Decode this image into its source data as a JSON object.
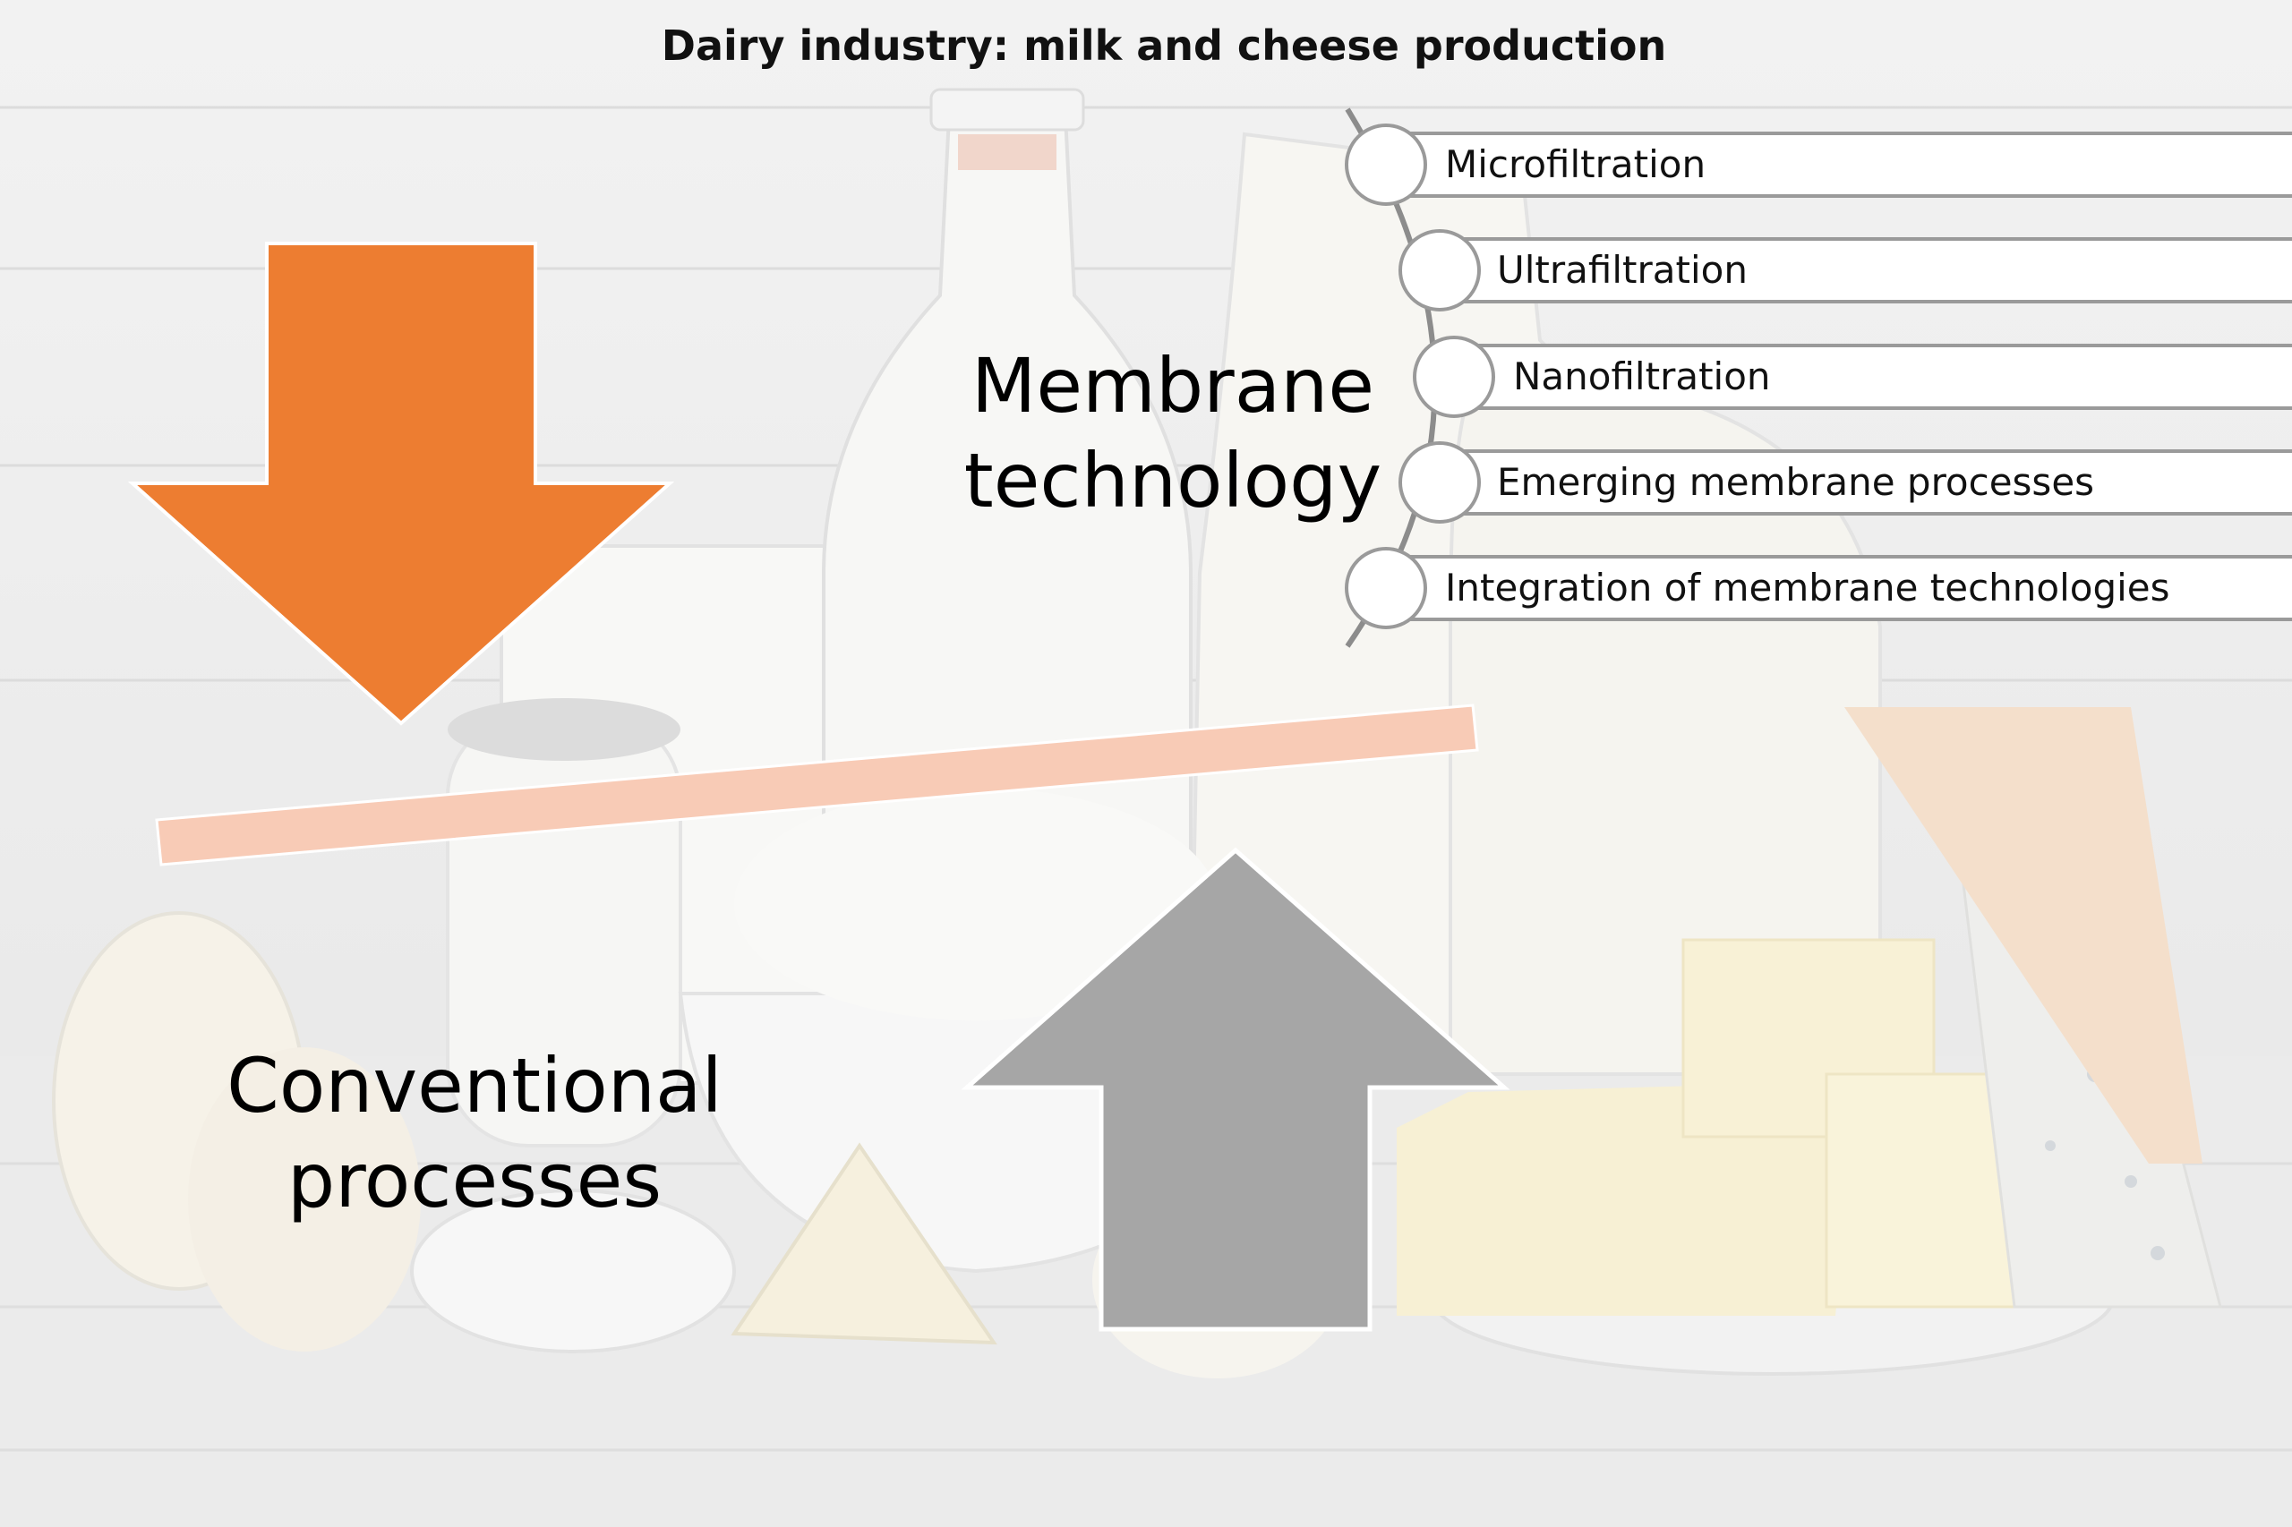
{
  "title": "Dairy industry: milk and cheese production",
  "membrane_label": [
    "Membrane",
    "technology"
  ],
  "conventional_label": [
    "Conventional",
    "processes"
  ],
  "membrane_processes": [
    "Microfiltration",
    "Ultrafiltration",
    "Nanofiltration",
    "Emerging membrane processes",
    "Integration of membrane technologies"
  ],
  "colors": {
    "orange_arrow": "#ED7D31",
    "gray_arrow": "#A6A6A6",
    "balance_beam": "#F8CBB6",
    "list_border": "#9A9A9A"
  },
  "icons": {
    "down_arrow": "orange-down-arrow-icon",
    "up_arrow": "gray-up-arrow-icon"
  }
}
